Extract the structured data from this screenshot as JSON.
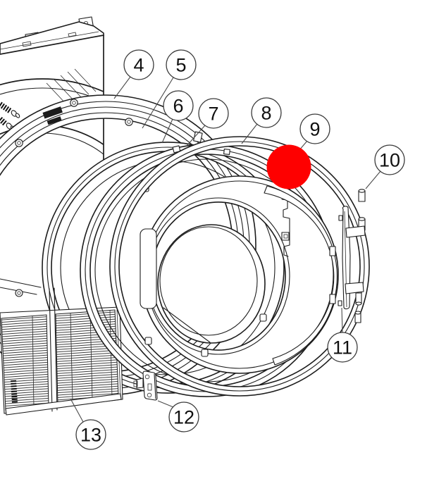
{
  "diagram": {
    "background": "#ffffff",
    "line_color": "#1c1c1c"
  },
  "highlight": {
    "color": "#fe0000"
  },
  "callouts": [
    {
      "label": "4"
    },
    {
      "label": "5"
    },
    {
      "label": "6"
    },
    {
      "label": "7"
    },
    {
      "label": "8"
    },
    {
      "label": "9"
    },
    {
      "label": "10"
    },
    {
      "label": "11"
    },
    {
      "label": "12"
    },
    {
      "label": "13"
    }
  ]
}
